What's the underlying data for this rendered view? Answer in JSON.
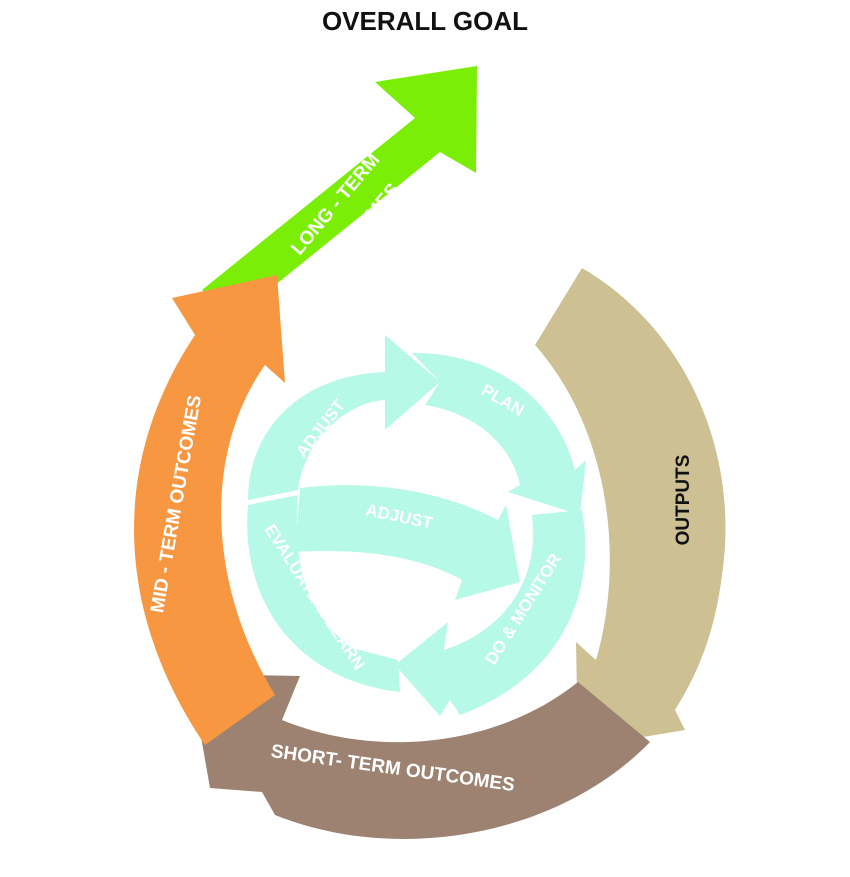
{
  "title": "OVERALL GOAL",
  "outer_cycle": {
    "long_term_line1": "LONG - TERM",
    "long_term_line2": "OUTCOMES",
    "mid_term": "MID - TERM OUTCOMES",
    "short_term": "SHORT- TERM OUTCOMES",
    "outputs": "OUTPUTS"
  },
  "inner_cycle": {
    "plan": "PLAN",
    "do_monitor": "DO & MONITOR",
    "evaluate_learn": "EVALUATE & LEARN",
    "adjust_top": "ADJUST",
    "adjust_center": "ADJUST"
  },
  "colors": {
    "long_term": "#7aee06",
    "mid_term": "#f79741",
    "short_term": "#9d8271",
    "outputs": "#cdc193",
    "inner_cycle": "#b6f9e6"
  }
}
